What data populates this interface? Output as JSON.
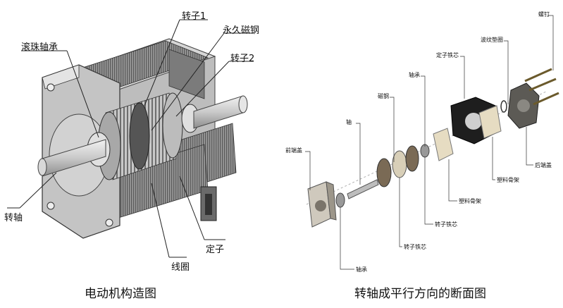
{
  "left": {
    "labels": {
      "rotor1": "转子1",
      "magnet": "永久磁钢",
      "bearing": "滚珠轴承",
      "rotor2": "转子2",
      "shaft": "转轴",
      "stator": "定子",
      "coil": "线圈"
    },
    "caption": "电动机构造图"
  },
  "right": {
    "labels": {
      "screw": "螺钉",
      "wave_washer": "波纹垫圈",
      "stator_core": "定子铁芯",
      "bearing_top": "轴承",
      "magnet": "磁钢",
      "shaft": "轴",
      "front_cover": "前端盖",
      "rear_cover": "后端盖",
      "plastic_frame_1": "塑料骨架",
      "plastic_frame_2": "塑料骨架",
      "rotor_core_1": "转子铁芯",
      "rotor_core_2": "转子铁芯",
      "bearing_bottom": "轴承"
    },
    "caption": "转轴成平行方向的断面图"
  }
}
